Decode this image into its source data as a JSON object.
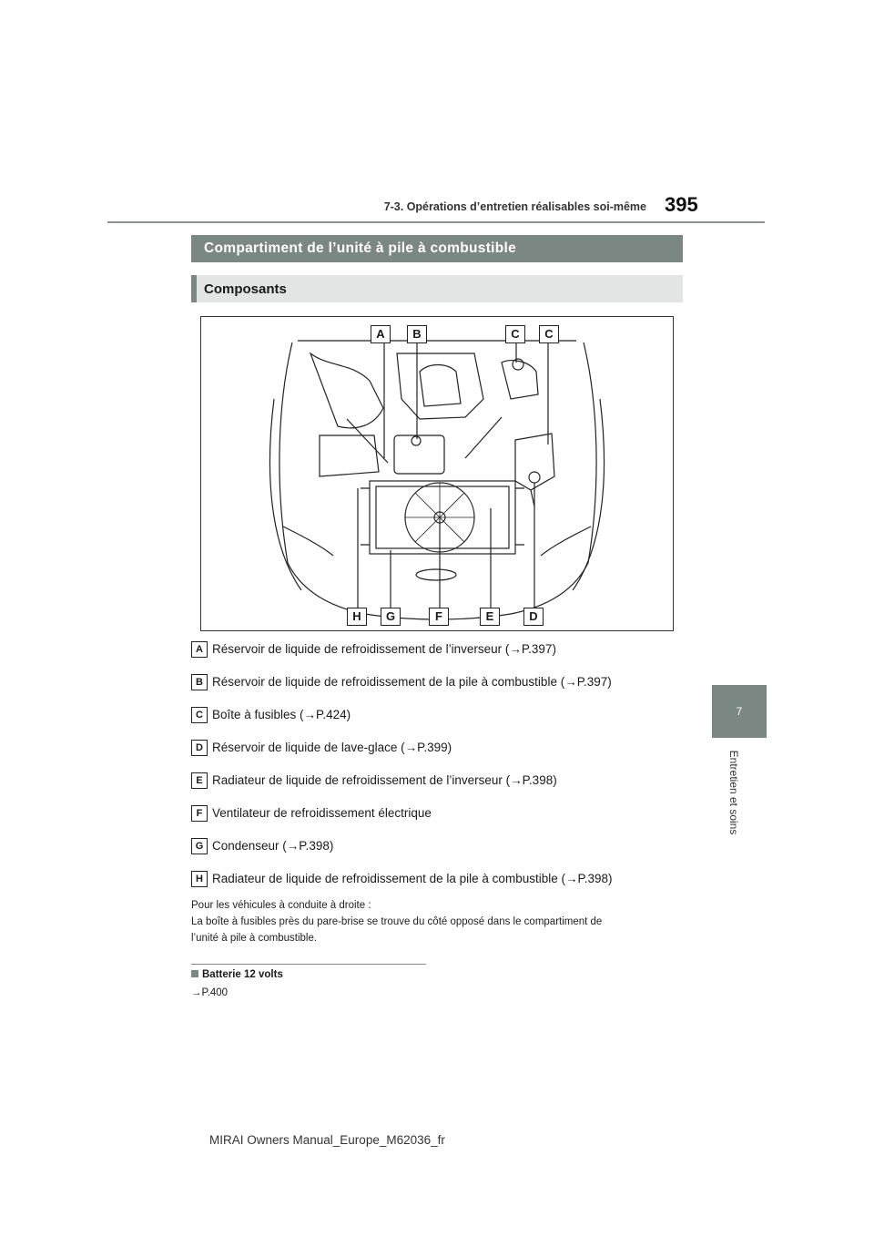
{
  "header": {
    "section": "7-3. Opérations d’entretien réalisables soi-même",
    "page_number": "395"
  },
  "chapter_tab": {
    "number": "7",
    "label": "Entretien et soins"
  },
  "section_title": "Compartiment de l’unité à pile à combustible",
  "subsection_title": "Composants",
  "figure": {
    "callouts_top": [
      "A",
      "B",
      "C",
      "C"
    ],
    "callouts_bottom": [
      "H",
      "G",
      "F",
      "E",
      "D"
    ]
  },
  "items": [
    {
      "letter": "A",
      "text": "Réservoir de liquide de refroidissement de l’inverseur (→P.397)"
    },
    {
      "letter": "B",
      "text": "Réservoir de liquide de refroidissement de la pile à combustible (→P.397)"
    },
    {
      "letter": "C",
      "text": "Boîte à fusibles (→P.424)"
    },
    {
      "letter": "D",
      "text": "Réservoir de liquide de lave-glace (→P.399)"
    },
    {
      "letter": "E",
      "text": "Radiateur de liquide de refroidissement de l’inverseur (→P.398)"
    },
    {
      "letter": "F",
      "text": "Ventilateur de refroidissement électrique"
    },
    {
      "letter": "G",
      "text": "Condenseur (→P.398)"
    },
    {
      "letter": "H",
      "text": "Radiateur de liquide de refroidissement de la pile à combustible (→P.398)"
    }
  ],
  "note": {
    "line1": "Pour les véhicules à conduite à droite :",
    "line2": "La boîte à fusibles près du pare-brise se trouve du côté opposé dans le compartiment de",
    "line3": "l’unité à pile à combustible."
  },
  "battery": {
    "title": "Batterie 12 volts",
    "ref": "→P.400"
  },
  "footer": "MIRAI Owners Manual_Europe_M62036_fr"
}
